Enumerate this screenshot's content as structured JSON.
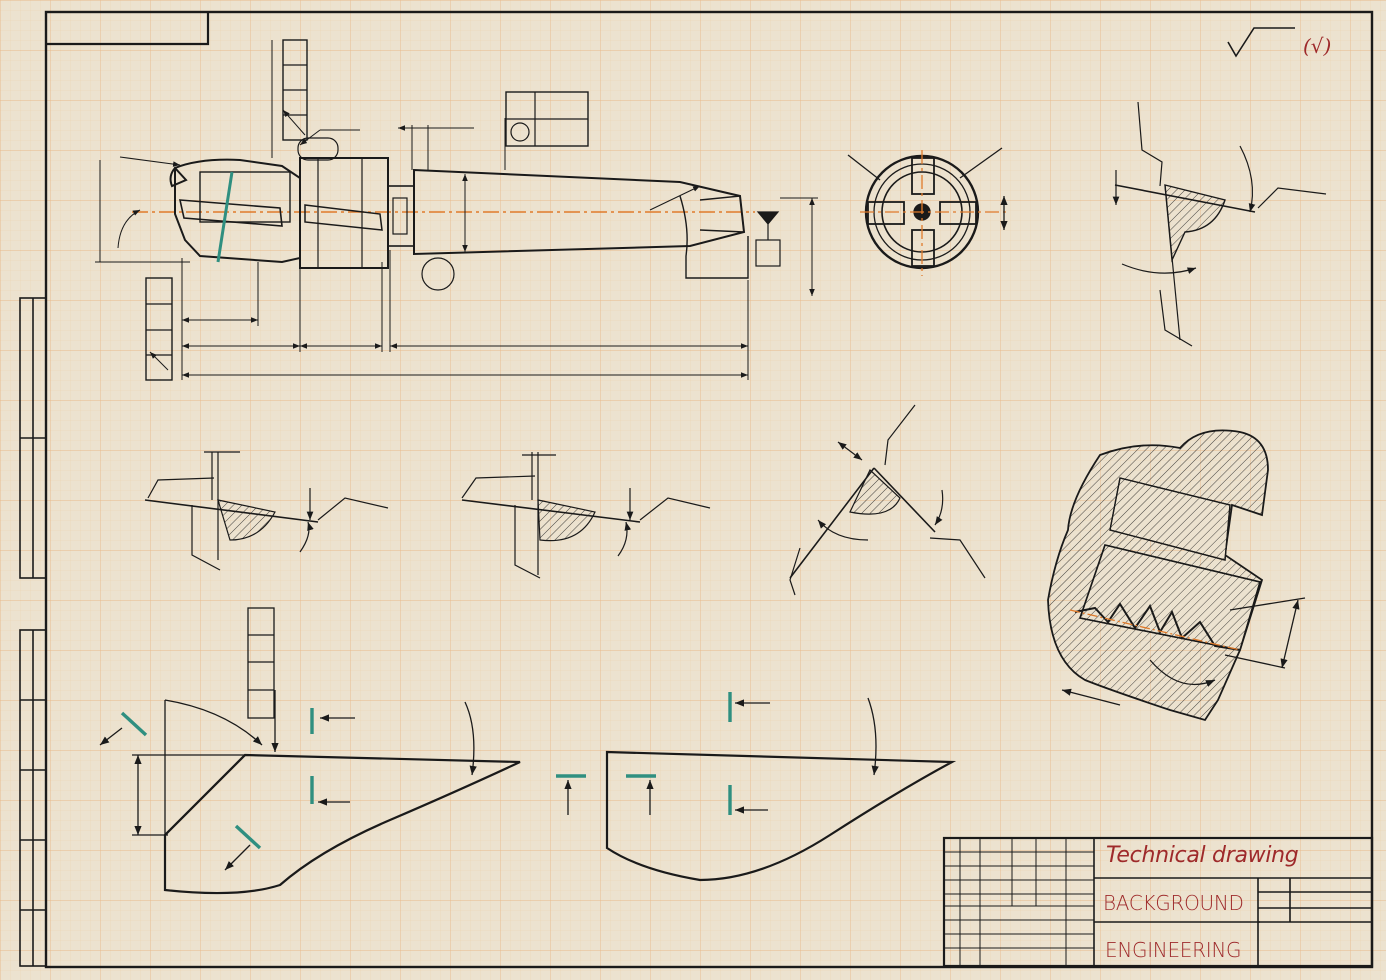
{
  "title_block": {
    "title": "Technical drawing",
    "line2": "BACKGROUND",
    "line3": "ENGINEERING",
    "text_color": "#9e2a2b"
  },
  "roughness_note": "(√)",
  "colors": {
    "paper": "#ece2cf",
    "grid_minor": "#ecd3b0",
    "grid_major": "#e9b98b",
    "ink": "#1a1a1a",
    "centerline": "#e07a2a",
    "accent": "#2f8f80"
  },
  "views": [
    "tool-assembly",
    "end-view",
    "profile-detail-a",
    "profile-detail-b",
    "profile-detail-c",
    "angle-detail",
    "section-detail",
    "plan-view-left",
    "plan-view-right"
  ]
}
